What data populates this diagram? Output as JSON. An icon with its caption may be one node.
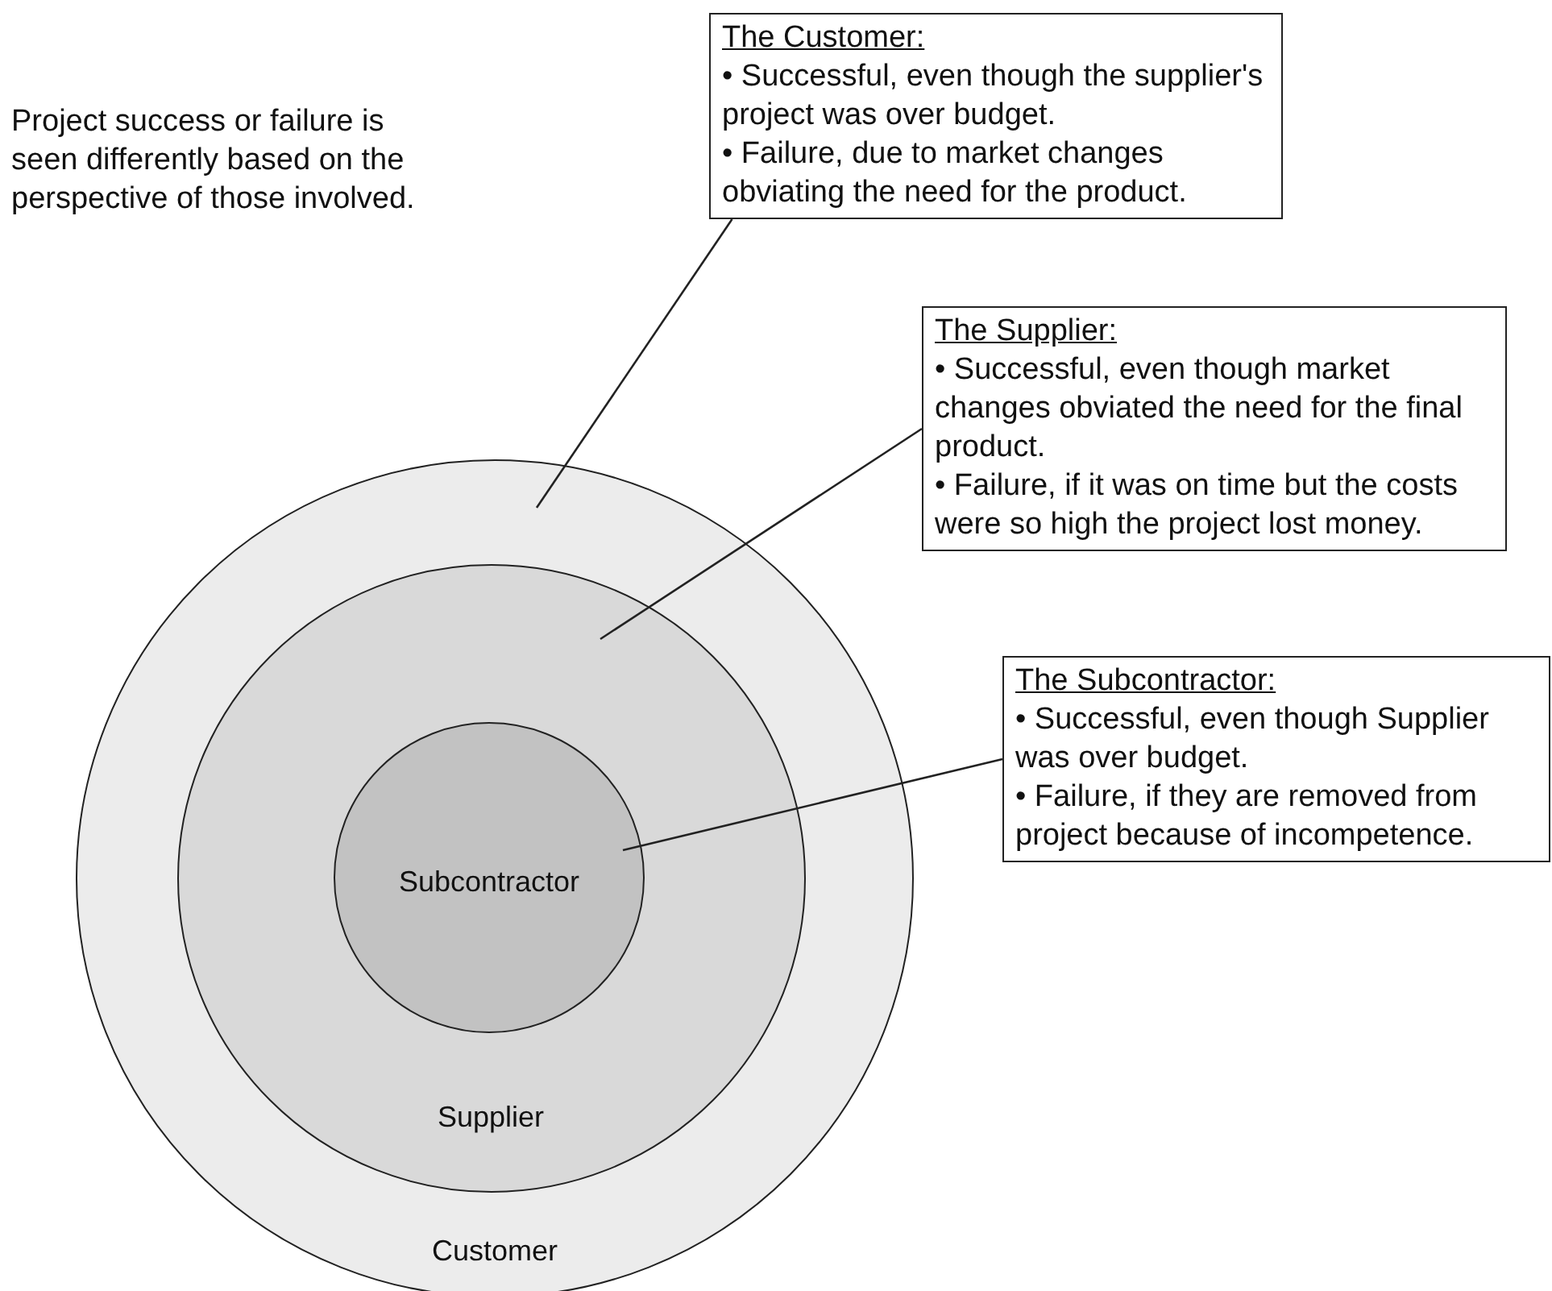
{
  "diagram": {
    "nodes": [
      {
        "text": [
          "Customer"
        ]
      },
      {
        "text": [
          "Supplier"
        ],
        "in": 0
      },
      {
        "text": [
          "Subcontractor"
        ],
        "in": 1
      },
      {
        "text": [
          "The Customer:",
          "• Successful, even though the supplier's project was over budget.",
          "• Failure, due to market changes obviating the need for the product."
        ]
      },
      {
        "text": [
          "The Supplier:",
          "• Successful, even though market changes obviated the need for the final product.",
          "• Failure, if it was on time but the costs were so high the project lost money."
        ]
      },
      {
        "text": [
          "The Subcontractor:",
          "• Successful, even though Supplier was over budget.",
          "• Failure, if they are removed from project because of incompetence."
        ]
      }
    ],
    "edges": [
      {
        "from": 3,
        "to": 0,
        "arrow": "none"
      },
      {
        "from": 4,
        "to": 1,
        "arrow": "none"
      },
      {
        "from": 5,
        "to": 2,
        "arrow": "none"
      }
    ],
    "labels": [
      "Project success or failure is seen differently based on the perspective of those involved."
    ]
  }
}
